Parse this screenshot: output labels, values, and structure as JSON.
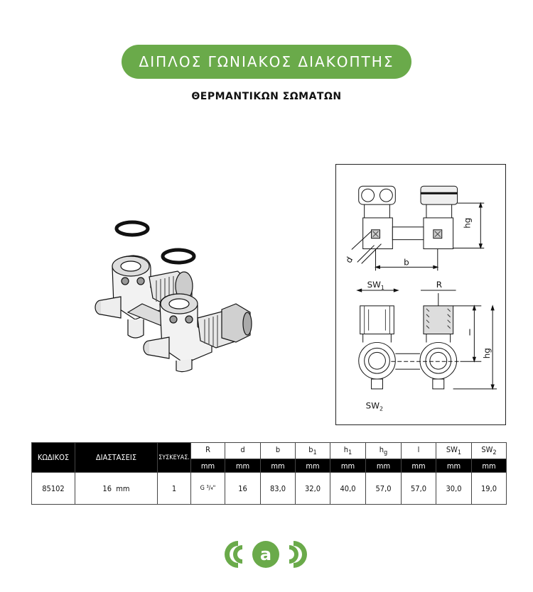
{
  "header": {
    "title": "ΔΙΠΛΟΣ ΓΩΝΙΑΚΟΣ ΔΙΑΚΟΠΤΗΣ",
    "subtitle": "ΘΕΡΜΑΝΤΙΚΩΝ ΣΩΜΑΤΩΝ"
  },
  "drawing": {
    "labels": {
      "d": "d",
      "b": "b",
      "hg_top": "hg",
      "sw1": "SW",
      "sw1_sub": "1",
      "r": "R",
      "l": "l",
      "hg_bottom": "hg",
      "sw2": "SW",
      "sw2_sub": "2"
    }
  },
  "table": {
    "col_code": "ΚΩΔΙΚΟΣ",
    "col_dims": "ΔΙΑΣΤΑΣΕΙΣ",
    "col_pack": "ΣΥΣΚΕΥΑΣ.",
    "params": [
      {
        "name": "R",
        "sub": "",
        "unit": "mm"
      },
      {
        "name": "d",
        "sub": "",
        "unit": "mm"
      },
      {
        "name": "b",
        "sub": "",
        "unit": "mm"
      },
      {
        "name": "b",
        "sub": "1",
        "unit": "mm"
      },
      {
        "name": "h",
        "sub": "1",
        "unit": "mm"
      },
      {
        "name": "h",
        "sub": "g",
        "unit": "mm"
      },
      {
        "name": "l",
        "sub": "",
        "unit": "mm"
      },
      {
        "name": "SW",
        "sub": "1",
        "unit": "mm"
      },
      {
        "name": "SW",
        "sub": "2",
        "unit": "mm"
      }
    ],
    "row": {
      "code": "85102",
      "dims": "16  mm",
      "pack": "1",
      "values": [
        "G ³/₄\"",
        "16",
        "83,0",
        "32,0",
        "40,0",
        "57,0",
        "57,0",
        "30,0",
        "19,0"
      ]
    }
  },
  "logo": {
    "brand": "a",
    "color": "#6aaa4a"
  }
}
